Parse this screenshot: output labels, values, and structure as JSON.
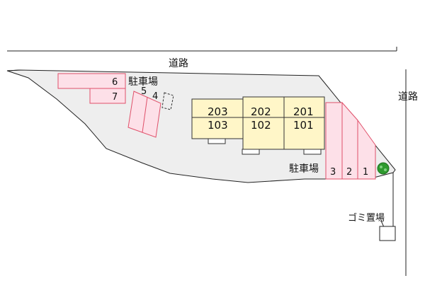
{
  "colors": {
    "lot_fill": "#eeeeee",
    "building_fill": "#fff6c8",
    "parking_fill": "#fde0e8",
    "parking_stroke": "#e0506a",
    "outline": "#222222",
    "tree": "#2e9a2e"
  },
  "labels": {
    "road_top": "道路",
    "road_right": "道路",
    "parking_label_top": "駐車場",
    "parking_label_bottom": "駐車場",
    "garbage": "ゴミ置場"
  },
  "rooms": {
    "r203": "203",
    "r202": "202",
    "r201": "201",
    "r103": "103",
    "r102": "102",
    "r101": "101"
  },
  "spaces": {
    "s1": "1",
    "s2": "2",
    "s3": "3",
    "s4": "4",
    "s5": "5",
    "s6": "6",
    "s7": "7"
  }
}
